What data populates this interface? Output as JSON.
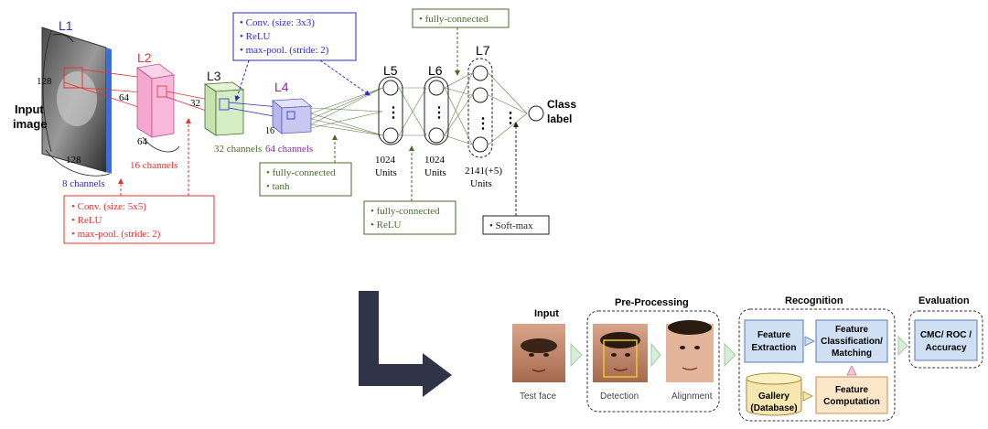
{
  "cnn": {
    "layers": {
      "l1": "L1",
      "l2": "L2",
      "l3": "L3",
      "l4": "L4",
      "l5": "L5",
      "l6": "L6",
      "l7": "L7"
    },
    "input_label_line1": "Input",
    "input_label_line2": "image",
    "dims": {
      "l1_h": "128",
      "l1_w": "128",
      "l2_h": "64",
      "l2_w": "64",
      "l3_h": "32",
      "l4_h": "16"
    },
    "channels": {
      "l1": "8 channels",
      "l2": "16 channels",
      "l3": "32 channels",
      "l4": "64 channels"
    },
    "units": {
      "l5": "1024",
      "l6": "1024",
      "l7": "2141(+5)",
      "word": "Units"
    },
    "vdots": "⋮",
    "output_line1": "Class",
    "output_line2": "label",
    "box_blue": [
      "Conv. (size: 3x3)",
      "ReLU",
      "max-pool. (stride: 2)"
    ],
    "box_red": [
      "Conv. (size: 5x5)",
      "ReLU",
      "max-pool. (stride: 2)"
    ],
    "box_green_top": [
      "fully-connected"
    ],
    "box_green_l4": [
      "fully-connected",
      "tanh"
    ],
    "box_green_l5": [
      "fully-connected",
      "ReLU"
    ],
    "box_softmax": [
      "Soft-max"
    ],
    "bullet": "•",
    "colors": {
      "blue": "#2a2acc",
      "red": "#e83030",
      "green": "#4a6b2a",
      "purple": "#8a2aa8",
      "pink": "#f7b8d9",
      "lightgreen": "#d6ecc4",
      "lavender": "#c8c8f0"
    }
  },
  "pipeline": {
    "stages": {
      "input": "Input",
      "preprocessing": "Pre-Processing",
      "recognition": "Recognition",
      "evaluation": "Evaluation"
    },
    "captions": {
      "test_face": "Test face",
      "detection": "Detection",
      "alignment": "Alignment"
    },
    "boxes": {
      "feature_extraction": [
        "Feature",
        "Extraction"
      ],
      "feature_classification": [
        "Feature",
        "Classification/",
        "Matching"
      ],
      "feature_computation": [
        "Feature",
        "Computation"
      ],
      "gallery": [
        "Gallery",
        "(Database)"
      ],
      "evaluation": [
        "CMC/ ROC /",
        "Accuracy"
      ]
    }
  }
}
